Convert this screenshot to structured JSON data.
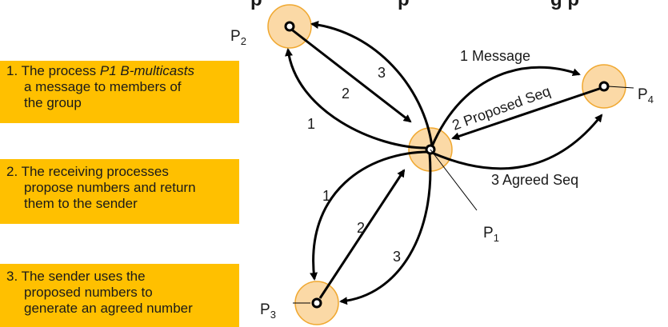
{
  "title_fragments": [
    "p",
    "p",
    "g p"
  ],
  "steps": [
    {
      "line1_pre": "1. The process ",
      "line1_em": "P1  B-multicasts",
      "line2": "a message to members of",
      "line3": "the group"
    },
    {
      "line1": "2. The  receiving processes",
      "line2": "propose numbers and return",
      "line3": "them to the sender"
    },
    {
      "line1": "3. The sender uses the",
      "line2": "proposed numbers to",
      "line3": "generate an  agreed number"
    }
  ],
  "diagram": {
    "nodes": {
      "p1": {
        "letter": "P",
        "sub": "1"
      },
      "p2": {
        "letter": "P",
        "sub": "2"
      },
      "p3": {
        "letter": "P",
        "sub": "3"
      },
      "p4": {
        "letter": "P",
        "sub": "4"
      }
    },
    "edge_labels": {
      "message": "1 Message",
      "proposed": "2 Proposed Seq",
      "agreed": "3 Agreed Seq",
      "p2_one": "1",
      "p2_two": "2",
      "p2_three": "3",
      "p3_one": "1",
      "p3_two": "2",
      "p3_three": "3"
    },
    "colors": {
      "node_fill": "#fbd9a6",
      "node_stroke": "#f0a830",
      "box_fill": "#ffc000"
    }
  }
}
